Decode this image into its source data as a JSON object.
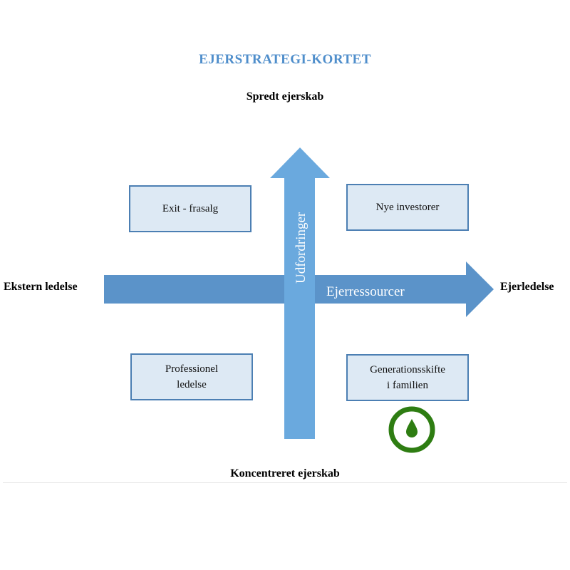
{
  "title": "EJERSTRATEGI-KORTET",
  "axes": {
    "top": "Spredt ejerskab",
    "bottom": "Koncentreret ejerskab",
    "left": "Ekstern ledelse",
    "right": "Ejerledelse",
    "vertical_arrow_label": "Udfordringer",
    "horizontal_arrow_label": "Ejerressourcer"
  },
  "quadrants": {
    "top_left": "Exit - frasalg",
    "top_right": "Nye investorer",
    "bottom_left": "Professionel\nledelse",
    "bottom_right": "Generationsskifte\ni familien"
  },
  "colors": {
    "title": "#4f8ecb",
    "horizontal_arrow": "#5b93c9",
    "vertical_arrow": "#6aa9de",
    "box_fill": "#dde9f4",
    "box_border": "#4c7fb3",
    "badge": "#2e7d12"
  },
  "icons": {
    "badge": "water-drop-icon"
  }
}
